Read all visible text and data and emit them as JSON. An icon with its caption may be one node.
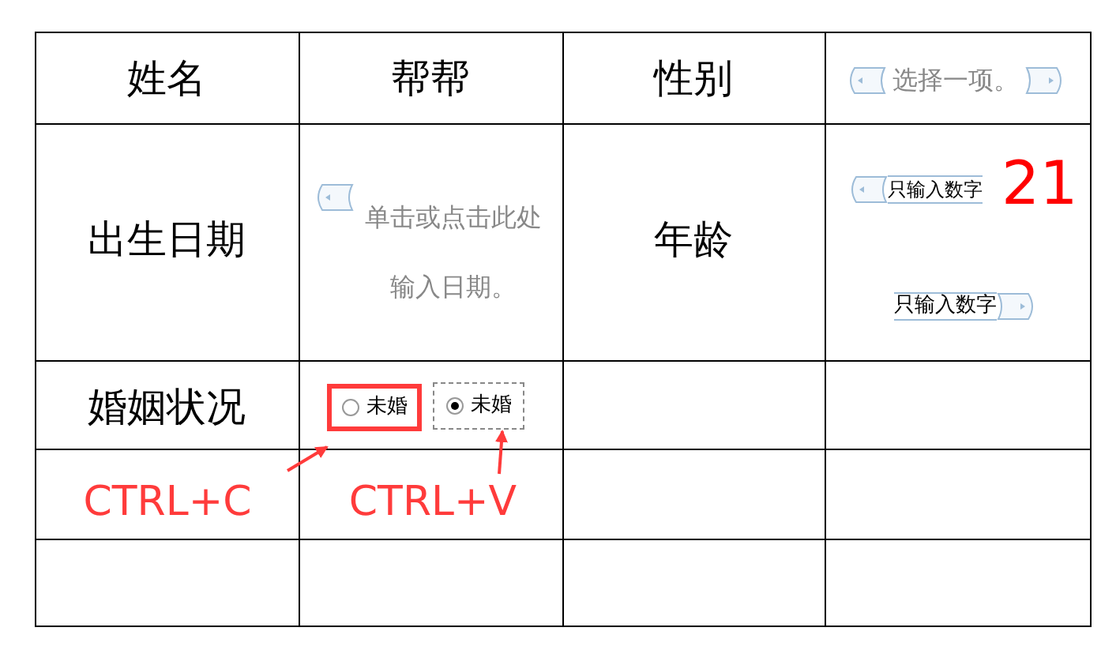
{
  "diagram": {
    "nodes": [
      {
        "text": [
          "CTRL+C"
        ]
      },
      {
        "text": [
          "未婚"
        ]
      },
      {
        "text": [
          "CTRL+V"
        ]
      },
      {
        "text": [
          "未婚"
        ]
      }
    ],
    "edges": [
      {
        "from": 0,
        "to": 1,
        "arrow": "to"
      },
      {
        "from": 2,
        "to": 3,
        "arrow": "to"
      }
    ],
    "labels": [
      "姓名",
      "帮帮",
      "性别",
      "选择一项。",
      "出生日期",
      "单击或点击此处输入日期。",
      "年龄",
      "只输入数字",
      "21",
      "只输入数字",
      "婚姻状况"
    ]
  }
}
